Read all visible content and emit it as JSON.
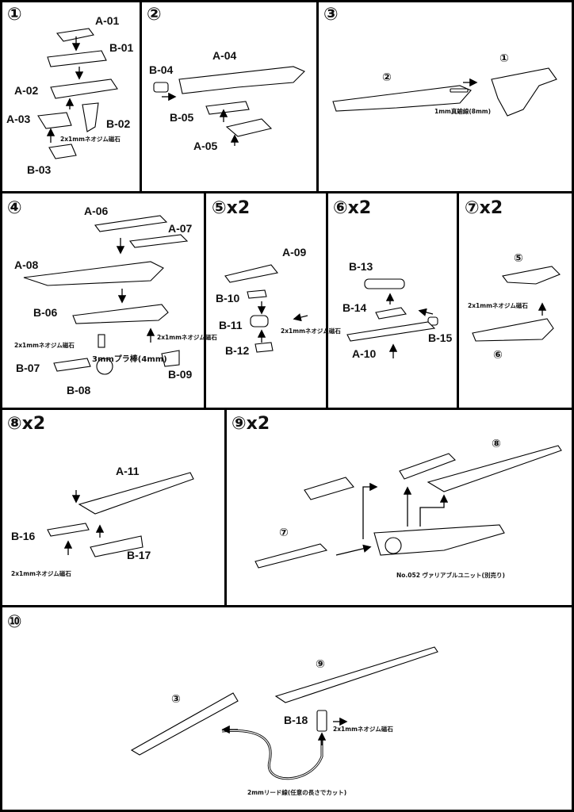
{
  "steps": [
    {
      "num": "①",
      "mult": ""
    },
    {
      "num": "②",
      "mult": ""
    },
    {
      "num": "③",
      "mult": ""
    },
    {
      "num": "④",
      "mult": ""
    },
    {
      "num": "⑤",
      "mult": "x2"
    },
    {
      "num": "⑥",
      "mult": "x2"
    },
    {
      "num": "⑦",
      "mult": "x2"
    },
    {
      "num": "⑧",
      "mult": "x2"
    },
    {
      "num": "⑨",
      "mult": "x2"
    },
    {
      "num": "⑩",
      "mult": ""
    }
  ],
  "p1": {
    "a01": "A-01",
    "b01": "B-01",
    "a02": "A-02",
    "a03": "A-03",
    "b02": "B-02",
    "b03": "B-03",
    "magnet": "2x1mmネオジム磁石"
  },
  "p2": {
    "b04": "B-04",
    "a04": "A-04",
    "b05": "B-05",
    "a05": "A-05"
  },
  "p3": {
    "ref2": "②",
    "ref1": "①",
    "wire": "1mm真鍮線(8mm)"
  },
  "p4": {
    "a06": "A-06",
    "a07": "A-07",
    "a08": "A-08",
    "b06": "B-06",
    "b07": "B-07",
    "b08": "B-08",
    "b09": "B-09",
    "magnet_l": "2x1mmネオジム磁石",
    "magnet_r": "2x1mmネオジム磁石",
    "rod": "3mmプラ棒(4mm)"
  },
  "p5": {
    "a09": "A-09",
    "b10": "B-10",
    "b11": "B-11",
    "b12": "B-12",
    "magnet": "2x1mmネオジム磁石"
  },
  "p6": {
    "b13": "B-13",
    "b14": "B-14",
    "b15": "B-15",
    "a10": "A-10"
  },
  "p7": {
    "ref5": "⑤",
    "ref6": "⑥",
    "magnet": "2x1mmネオジム磁石"
  },
  "p8": {
    "a11": "A-11",
    "b16": "B-16",
    "b17": "B-17",
    "magnet": "2x1mmネオジム磁石"
  },
  "p9": {
    "ref8": "⑧",
    "ref7": "⑦",
    "unit": "No.052 ヴァリアブルユニット(別売り)"
  },
  "p10": {
    "ref9": "⑨",
    "ref3": "③",
    "b18": "B-18",
    "magnet": "2x1mmネオジム磁石",
    "lead": "2mmリード線(任意の長さでカット)"
  }
}
